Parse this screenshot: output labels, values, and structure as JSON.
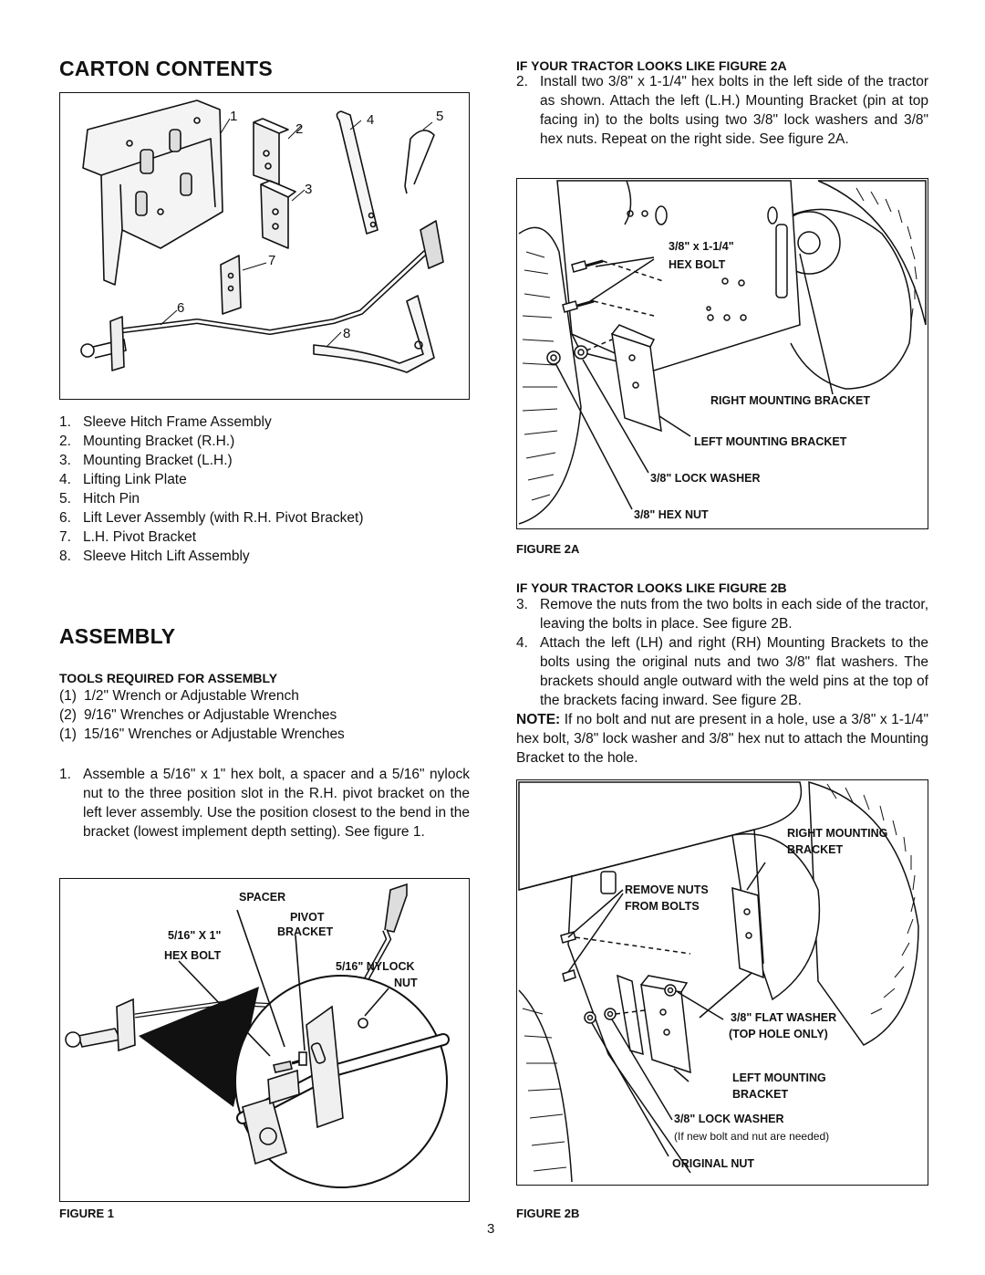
{
  "left": {
    "carton_title": "CARTON CONTENTS",
    "carton_figure_numbers": [
      "1",
      "2",
      "3",
      "4",
      "5",
      "6",
      "7",
      "8"
    ],
    "parts": [
      {
        "num": "1.",
        "text": "Sleeve Hitch Frame Assembly"
      },
      {
        "num": "2.",
        "text": "Mounting Bracket (R.H.)"
      },
      {
        "num": "3.",
        "text": "Mounting Bracket (L.H.)"
      },
      {
        "num": "4.",
        "text": "Lifting Link Plate"
      },
      {
        "num": "5.",
        "text": "Hitch Pin"
      },
      {
        "num": "6.",
        "text": "Lift Lever Assembly (with R.H. Pivot Bracket)"
      },
      {
        "num": "7.",
        "text": "L.H. Pivot Bracket"
      },
      {
        "num": "8.",
        "text": "Sleeve Hitch Lift Assembly"
      }
    ],
    "assembly_title": "ASSEMBLY",
    "tools_title": "TOOLS REQUIRED FOR ASSEMBLY",
    "tools": [
      {
        "qty": "(1)",
        "text": "1/2\" Wrench or Adjustable Wrench"
      },
      {
        "qty": "(2)",
        "text": "9/16\" Wrenches or Adjustable Wrenches"
      },
      {
        "qty": "(1)",
        "text": "15/16\" Wrenches or Adjustable Wrenches"
      }
    ],
    "step1": {
      "num": "1.",
      "text": "Assemble a 5/16\" x 1\" hex bolt, a spacer and a 5/16\" nylock nut to the three position slot in the R.H. pivot bracket on the left lever assembly. Use the position closest to the bend in the bracket (lowest implement depth setting). See figure 1."
    },
    "figure1": {
      "labels": {
        "spacer": "SPACER",
        "pivot": "PIVOT",
        "bracket": "BRACKET",
        "bolt_size": "5/16\" X 1\"",
        "hex_bolt": "HEX BOLT",
        "nylock": "5/16\" NYLOCK",
        "nut": "NUT"
      },
      "caption": "FIGURE 1"
    }
  },
  "right": {
    "heading_2a": "IF YOUR TRACTOR LOOKS LIKE FIGURE 2A",
    "step2": {
      "num": "2.",
      "text": "Install two 3/8\" x 1-1/4\" hex bolts in the left side of the tractor as shown. Attach the left (L.H.) Mounting Bracket (pin at top facing in) to the bolts using two 3/8\" lock washers and 3/8\" hex nuts. Repeat on the right side. See figure 2A."
    },
    "figure2a": {
      "labels": {
        "bolt_size": "3/8\" x 1-1/4\"",
        "hex_bolt": "HEX BOLT",
        "right_bracket": "RIGHT MOUNTING BRACKET",
        "left_bracket": "LEFT MOUNTING BRACKET",
        "lock_washer": "3/8\" LOCK WASHER",
        "hex_nut": "3/8\" HEX NUT"
      },
      "caption": "FIGURE 2A"
    },
    "heading_2b": "IF YOUR TRACTOR LOOKS LIKE FIGURE 2B",
    "step3": {
      "num": "3.",
      "text": "Remove the nuts from the two bolts in each side of the tractor, leaving the bolts in place. See figure 2B."
    },
    "step4": {
      "num": "4.",
      "text": "Attach the left (LH) and right (RH) Mounting Brackets to the bolts using the original nuts and two 3/8\" flat washers. The brackets should angle outward with the weld pins at the top of the brackets facing inward. See figure 2B."
    },
    "note_label": "NOTE:",
    "note_text": " If no bolt and nut are present in a hole, use a 3/8\" x 1-1/4\" hex bolt, 3/8\" lock washer and 3/8\" hex nut to attach the Mounting Bracket to the hole.",
    "figure2b": {
      "labels": {
        "right_mounting": "RIGHT MOUNTING",
        "bracket": "BRACKET",
        "remove_nuts": "REMOVE NUTS",
        "from_bolts": "FROM BOLTS",
        "flat_washer": "3/8\" FLAT WASHER",
        "top_hole": "(TOP HOLE ONLY)",
        "left_mounting": "LEFT MOUNTING",
        "left_bracket": "BRACKET",
        "lock_washer": "3/8\" LOCK WASHER",
        "if_new": "(If new bolt and nut are needed)",
        "original_nut": "ORIGINAL NUT"
      },
      "caption": "FIGURE 2B"
    }
  },
  "page_number": "3"
}
